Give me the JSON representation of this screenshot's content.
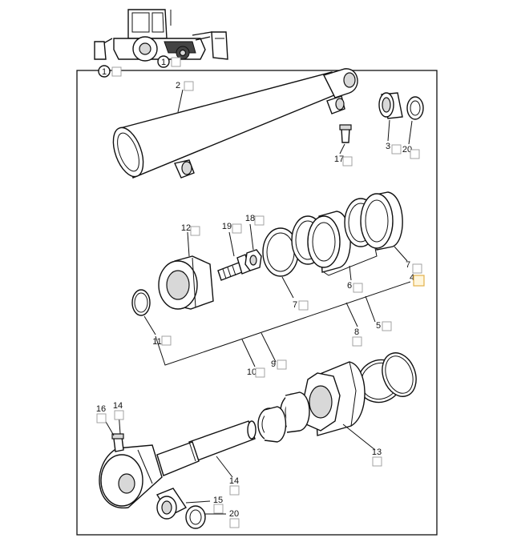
{
  "diagram": {
    "callouts": {
      "assembly": "1",
      "machine": "1",
      "barrel": "2",
      "bush_top": "3",
      "item_4": "4",
      "ring_5": "5",
      "seal_kit": "6",
      "seal_7_lower": "7",
      "seal_7_right": "7",
      "ring_8": "8",
      "wiper_9": "9",
      "seal_10": "10",
      "oring_11": "11",
      "piston": "12",
      "gland_nut": "13",
      "rod": "14",
      "bush_rod": "15",
      "grease_nipple_rod": "16",
      "grease_nipple_barrel": "17",
      "nut": "18",
      "bolt": "19",
      "ring_20_top": "20",
      "ring_20_bottom": "20"
    }
  }
}
